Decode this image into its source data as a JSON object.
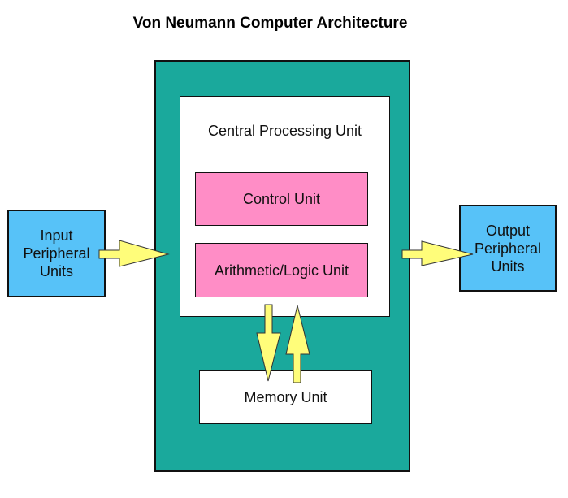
{
  "title": "Von Neumann Computer Architecture",
  "cpu": {
    "label": "Central Processing Unit"
  },
  "control_unit": {
    "label": "Control Unit"
  },
  "alu": {
    "label": "Arithmetic/Logic Unit"
  },
  "memory_unit": {
    "label": "Memory Unit"
  },
  "input": {
    "label": "Input\nPeripheral\nUnits"
  },
  "output": {
    "label": "Output\nPeripheral\nUnits"
  },
  "colors": {
    "computer_background": "#1aa99c",
    "cpu_background": "#ffffff",
    "unit_fill": "#ff8dc6",
    "peripheral_fill": "#57c2f8",
    "arrow_fill": "#fffd7a"
  }
}
